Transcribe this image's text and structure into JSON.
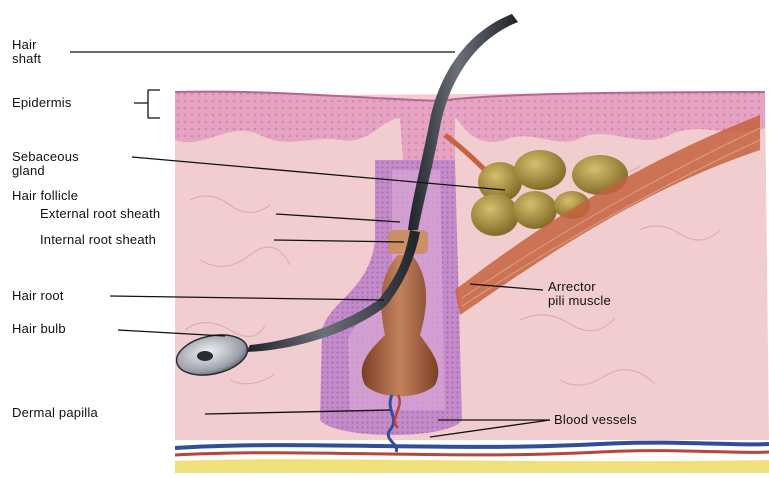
{
  "diagram": {
    "labels": {
      "hair_shaft": "Hair\nshaft",
      "epidermis": "Epidermis",
      "sebaceous_gland": "Sebaceous\ngland",
      "hair_follicle": "Hair follicle",
      "external_root_sheath": "External root sheath",
      "internal_root_sheath": "Internal root sheath",
      "hair_root": "Hair root",
      "hair_bulb": "Hair bulb",
      "dermal_papilla": "Dermal papilla",
      "arrector_pili_muscle": "Arrector\npili muscle",
      "blood_vessels": "Blood vessels"
    },
    "colors": {
      "dermis": "#f1cdd0",
      "epidermis": "#e6a3c2",
      "follicle": "#c58ac9",
      "papilla": "#a8633f",
      "gland": "#a98c3c",
      "muscle": "#c6623f",
      "hair": "#3a3d45",
      "vessel_blue": "#2f4f9c",
      "vessel_red": "#b8443a",
      "fat": "#efe07a"
    }
  }
}
